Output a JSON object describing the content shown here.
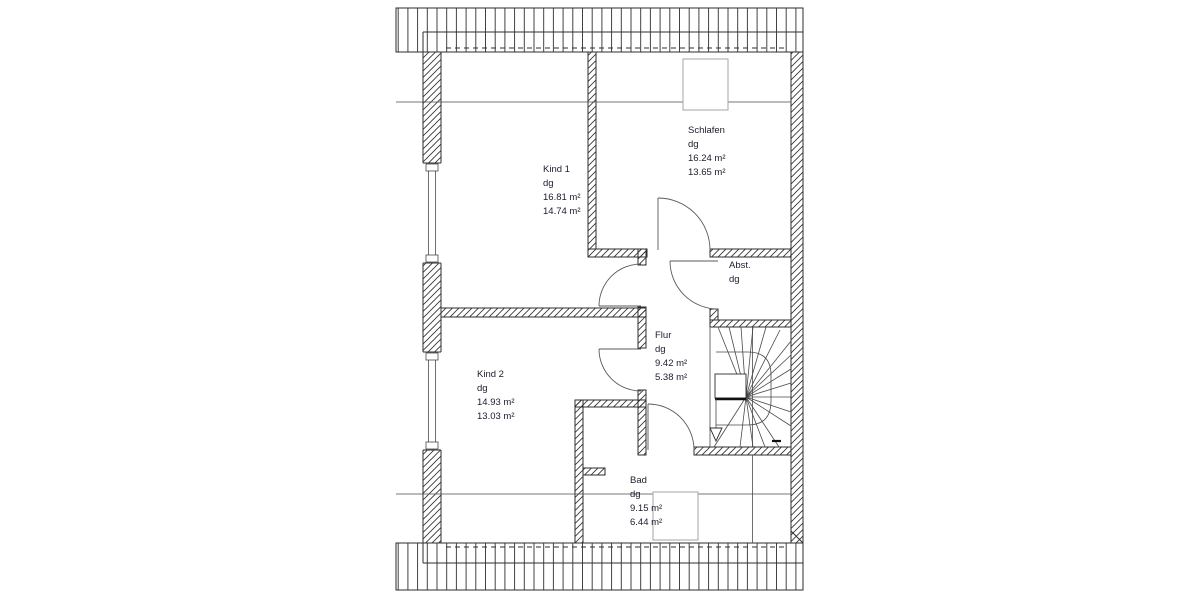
{
  "drawing": {
    "floor_code": "dg",
    "rooms": [
      {
        "name": "Kind 1",
        "floor": "dg",
        "area_gross": "16.81 m²",
        "area_net": "14.74 m²"
      },
      {
        "name": "Schlafen",
        "floor": "dg",
        "area_gross": "16.24 m²",
        "area_net": "13.65 m²"
      },
      {
        "name": "Kind 2",
        "floor": "dg",
        "area_gross": "14.93 m²",
        "area_net": "13.03 m²"
      },
      {
        "name": "Flur",
        "floor": "dg",
        "area_gross": "9.42 m²",
        "area_net": "5.38 m²"
      },
      {
        "name": "Abst.",
        "floor": "dg"
      },
      {
        "name": "Bad",
        "floor": "dg",
        "area_gross": "9.15 m²",
        "area_net": "6.44 m²"
      }
    ],
    "colors": {
      "line": "#2e2e2e",
      "text": "#1c1c2e",
      "fixture": "#a5a5a5",
      "background": "#ffffff"
    }
  }
}
